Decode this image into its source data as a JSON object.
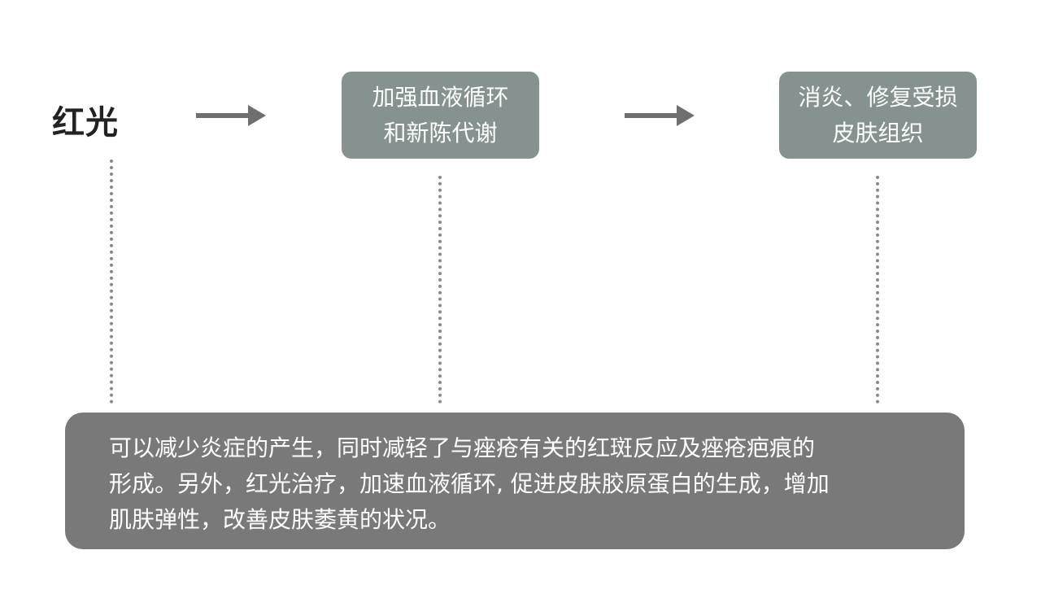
{
  "diagram": {
    "start_label": "红光",
    "step1": [
      "加强血液循环",
      "和新陈代谢"
    ],
    "step2": [
      "消炎、修复受损",
      "皮肤组织"
    ],
    "summary": [
      "可以减少炎症的产生，同时减轻了与痤疮有关的红斑反应及痤疮疤痕的",
      "形成。另外，红光治疗，加速血液循环, 促进皮肤胶原蛋白的生成，增加",
      "肌肤弹性，改善皮肤萎黄的状况。"
    ]
  },
  "colors": {
    "box": "#86928f",
    "panel": "#797979",
    "arrow": "#6f6f6f"
  }
}
